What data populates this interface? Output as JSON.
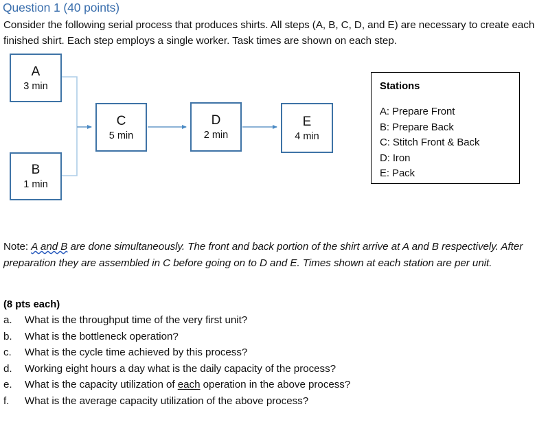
{
  "title": "Question 1 (40 points)",
  "title_color": "#3B6FAD",
  "intro": "Consider the following serial process that produces shirts.  All steps (A, B, C, D, and E) are necessary to create each finished shirt.  Each step employs a single worker.  Task times are shown on each step.",
  "diagram": {
    "box_border_color": "#3E73A6",
    "connector_color": "#7BA7D0",
    "steps": [
      {
        "id": "a",
        "letter": "A",
        "time": "3 min"
      },
      {
        "id": "b",
        "letter": "B",
        "time": "1 min"
      },
      {
        "id": "c",
        "letter": "C",
        "time": "5 min"
      },
      {
        "id": "d",
        "letter": "D",
        "time": "2 min"
      },
      {
        "id": "e",
        "letter": "E",
        "time": "4 min"
      }
    ]
  },
  "stations": {
    "heading": "Stations",
    "entries": [
      "A: Prepare Front",
      "B: Prepare Back",
      "C: Stitch Front & Back",
      "D: Iron",
      "E: Pack"
    ]
  },
  "note": {
    "label": "Note: ",
    "spellchecked_phrase": "A and B",
    "rest": " are done simultaneously.  The front and back portion of the shirt arrive at A and B respectively.  After preparation they are assembled in C before going on to D and E.  Times shown at each station are per unit."
  },
  "points_note": "(8 pts each)",
  "questions": [
    {
      "marker": "a.",
      "text_before": "What is the throughput time of the very first unit?",
      "underlined": "",
      "text_after": ""
    },
    {
      "marker": "b.",
      "text_before": "What is the bottleneck operation?",
      "underlined": "",
      "text_after": ""
    },
    {
      "marker": "c.",
      "text_before": "What is the cycle time achieved by this process?",
      "underlined": "",
      "text_after": ""
    },
    {
      "marker": "d.",
      "text_before": "Working eight hours a day what is the daily capacity of the process?",
      "underlined": "",
      "text_after": ""
    },
    {
      "marker": "e.",
      "text_before": "What is the capacity utilization of ",
      "underlined": "each",
      "text_after": " operation in the above process?"
    },
    {
      "marker": "f.",
      "text_before": "What is the average capacity utilization of the above process?",
      "underlined": "",
      "text_after": ""
    }
  ]
}
